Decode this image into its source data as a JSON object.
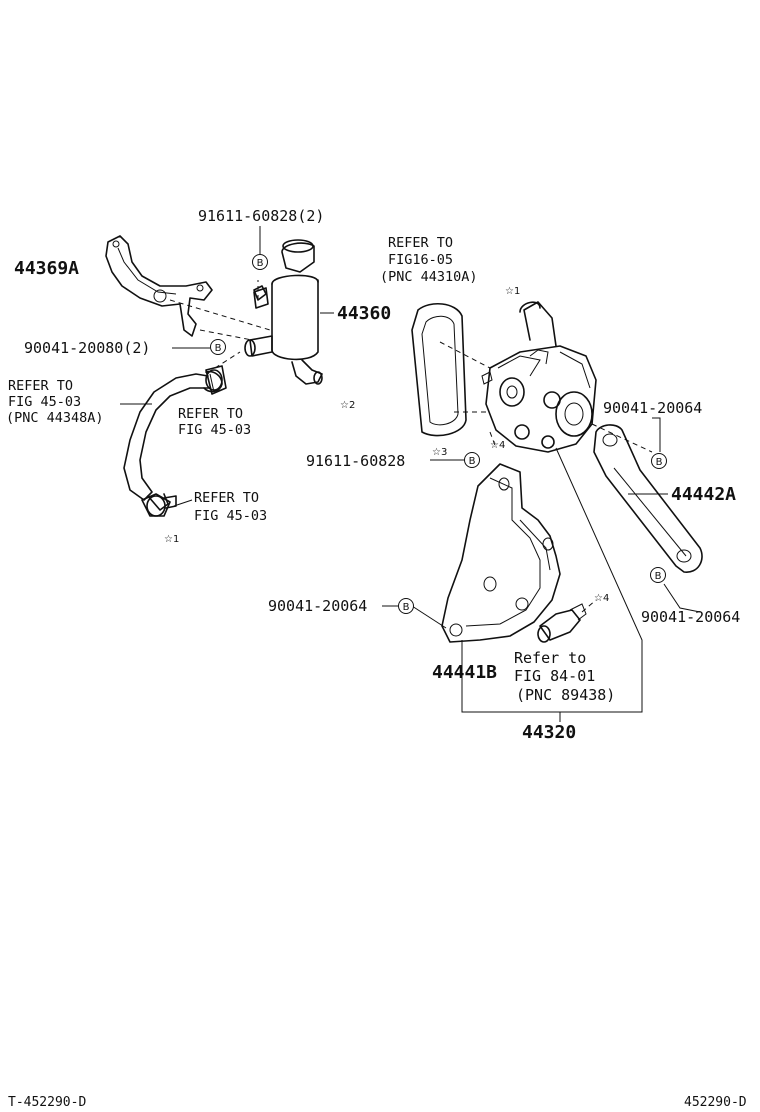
{
  "diagram": {
    "part_numbers": {
      "p44369A": "44369A",
      "p44360": "44360",
      "p44442A": "44442A",
      "p44441B": "44441B",
      "p44320": "44320"
    },
    "fasteners": {
      "f91611_60828_2": "91611-60828(2)",
      "f90041_20080_2": "90041-20080(2)",
      "f91611_60828": "91611-60828",
      "f90041_20064_a": "90041-20064",
      "f90041_20064_b": "90041-20064",
      "f90041_20064_c": "90041-20064"
    },
    "references": {
      "ref_fig16_line1": "REFER TO",
      "ref_fig16_line2": "FIG16-05",
      "ref_fig16_line3": "(PNC 44310A)",
      "ref_hose_line1": "REFER TO",
      "ref_hose_line2": "FIG 45-03",
      "ref_hose_line3": "(PNC 44348A)",
      "ref_clamp1_line1": "REFER TO",
      "ref_clamp1_line2": "FIG 45-03",
      "ref_clamp2_line1": "REFER TO",
      "ref_clamp2_line2": "FIG 45-03",
      "ref_fig84_line1": "Refer to",
      "ref_fig84_line2": "FIG  84-01",
      "ref_fig84_line3": "(PNC 89438)"
    },
    "circle_marker": "B",
    "star_markers": {
      "s1a": "☆1",
      "s1b": "☆1",
      "s2": "☆2",
      "s3": "☆3",
      "s4a": "☆4",
      "s4b": "☆4"
    },
    "footer": {
      "left_code": "T-452290-D",
      "right_code": "452290-D"
    }
  }
}
